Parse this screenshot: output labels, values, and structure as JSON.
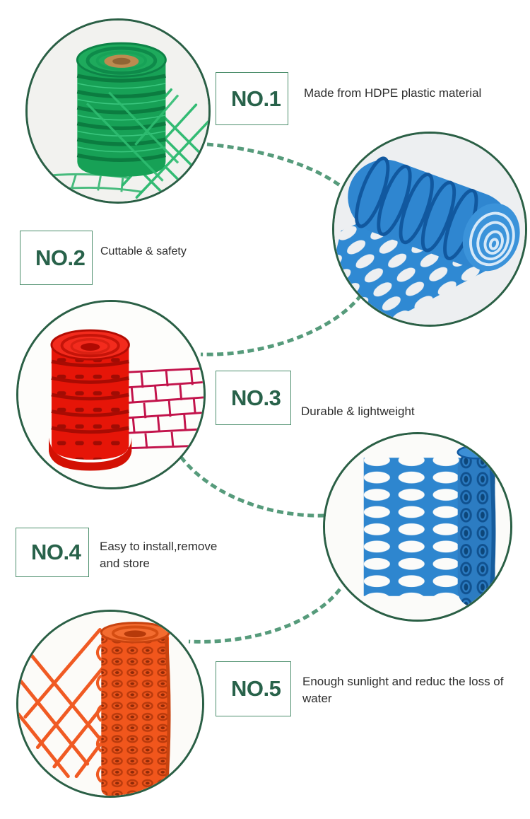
{
  "palette": {
    "background": "#ffffff",
    "number_text_green": "#28624a",
    "number_box_border_green": "#4d8f6d",
    "circle_border_green": "#2a5f45",
    "connector_dash_green": "#569b7b",
    "description_text": "#2e2e2e",
    "product_green": "#17a156",
    "product_blue_roll": "#2f86d0",
    "product_red": "#e61508",
    "product_blue_sheet": "#2e86cf",
    "product_orange": "#f0561e"
  },
  "features": [
    {
      "label": "NO.1",
      "description": "Made from HDPE plastic material",
      "image": "green-mesh-roll-photo"
    },
    {
      "label": "NO.2",
      "description": "Cuttable & safety",
      "image": "blue-mesh-roll-photo"
    },
    {
      "label": "NO.3",
      "description": "Durable & lightweight",
      "image": "red-mesh-roll-photo"
    },
    {
      "label": "NO.4",
      "description": "Easy to install,remove and store",
      "image": "blue-mesh-sheet-roll-photo"
    },
    {
      "label": "NO.5",
      "description": "Enough sunlight and reduc the loss of water",
      "image": "orange-mesh-roll-photo"
    }
  ]
}
